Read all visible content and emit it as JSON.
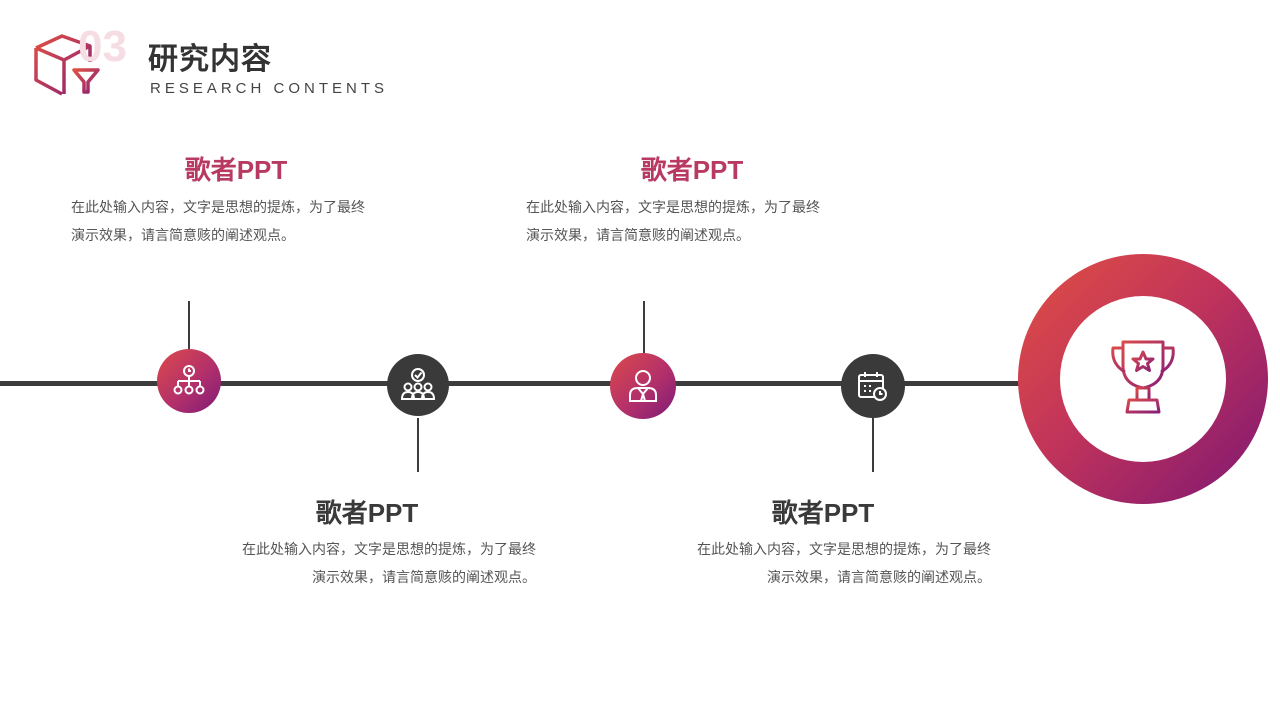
{
  "header": {
    "number": "03",
    "title": "研究内容",
    "subtitle": "RESEARCH CONTENTS"
  },
  "items": [
    {
      "title": "歌者PPT",
      "line1": "在此处输入内容，文字是思想的提炼，为了最终",
      "line2": "演示效果，请言简意赅的阐述观点。",
      "icon": "hierarchy-icon"
    },
    {
      "title": "歌者PPT",
      "line1": "在此处输入内容，文字是思想的提炼，为了最终",
      "line2": "演示效果，请言简意赅的阐述观点。",
      "icon": "team-check-icon"
    },
    {
      "title": "歌者PPT",
      "line1": "在此处输入内容，文字是思想的提炼，为了最终",
      "line2": "演示效果，请言简意赅的阐述观点。",
      "icon": "businessman-icon"
    },
    {
      "title": "歌者PPT",
      "line1": "在此处输入内容，文字是思想的提炼，为了最终",
      "line2": "演示效果，请言简意赅的阐述观点。",
      "icon": "calendar-clock-icon"
    }
  ],
  "goal_icon": "trophy-icon",
  "colors": {
    "accent_start": "#dc4a4a",
    "accent_end": "#7d1b78",
    "dark": "#3a3a3a"
  }
}
